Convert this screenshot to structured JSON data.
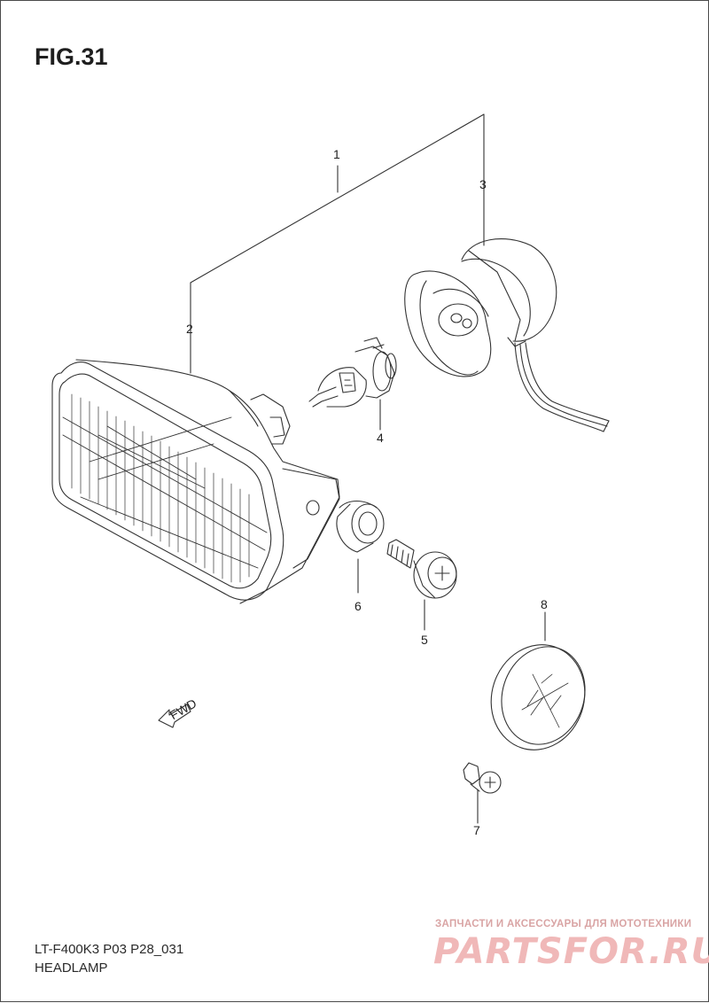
{
  "figure": {
    "title": "FIG.31"
  },
  "footer": {
    "code": "LT-F400K3 P03 P28_031",
    "name": "HEADLAMP"
  },
  "callouts": [
    "1",
    "2",
    "3",
    "4",
    "5",
    "6",
    "7",
    "8"
  ],
  "fwd_label": "FWD",
  "watermark": {
    "tagline": "ЗАПЧАСТИ И АКСЕССУАРЫ ДЛЯ МОТОТЕХНИКИ",
    "brand": "PARTSFOR.RU"
  },
  "colors": {
    "line": "#333333",
    "watermark": "#f0b8b8"
  }
}
